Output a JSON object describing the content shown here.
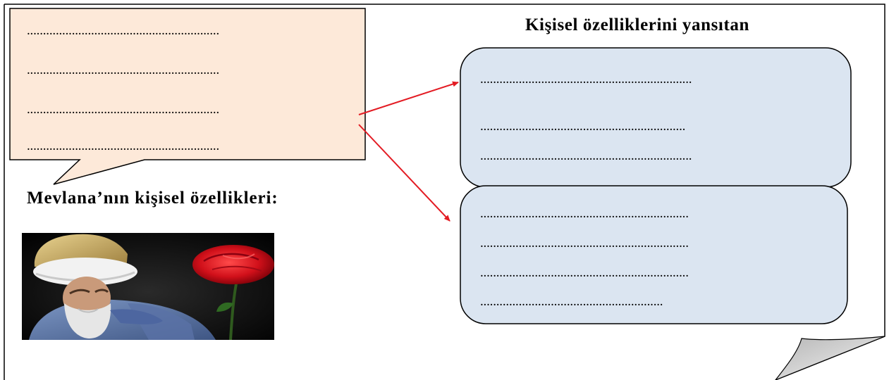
{
  "right_heading": "Kişisel özelliklerini yansıtan",
  "left_heading": "Mevlana’nın kişisel özellikleri:",
  "speech_bubble": {
    "lines": [
      "............................................................",
      "............................................................",
      "............................................................",
      "............................................................"
    ]
  },
  "upper_box": {
    "lines": [
      "..................................................................",
      "................................................................",
      ".................................................................."
    ]
  },
  "lower_box": {
    "lines": [
      ".................................................................",
      ".................................................................",
      ".................................................................",
      "........................................................."
    ]
  },
  "colors": {
    "bubble_fill": "#fde9d9",
    "box_fill": "#dbe5f1",
    "arrow": "#e31b23",
    "page_curl": "#c8c8c8"
  },
  "icons": [
    "portrait-image",
    "arrow-icon",
    "page-curl"
  ]
}
